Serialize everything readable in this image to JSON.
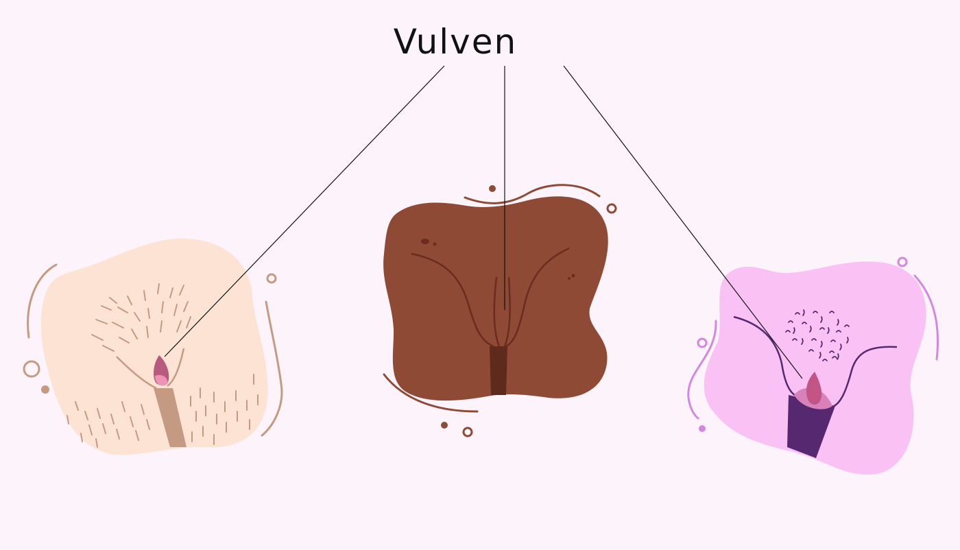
{
  "diagram": {
    "title": "Vulven",
    "illustrations": [
      {
        "id": "light",
        "colors": {
          "blob": "#fde3d4",
          "accent": "#c49a82",
          "inner": "#d96a92"
        }
      },
      {
        "id": "brown",
        "colors": {
          "blob": "#8f4a35",
          "accent": "#6a2c1e",
          "inner": "#5e2a1b"
        }
      },
      {
        "id": "pink",
        "colors": {
          "blob": "#fac2f4",
          "accent": "#552870",
          "inner": "#c25585"
        }
      }
    ],
    "colors": {
      "background": "#fcf3fb",
      "leader_line": "#111111"
    }
  }
}
